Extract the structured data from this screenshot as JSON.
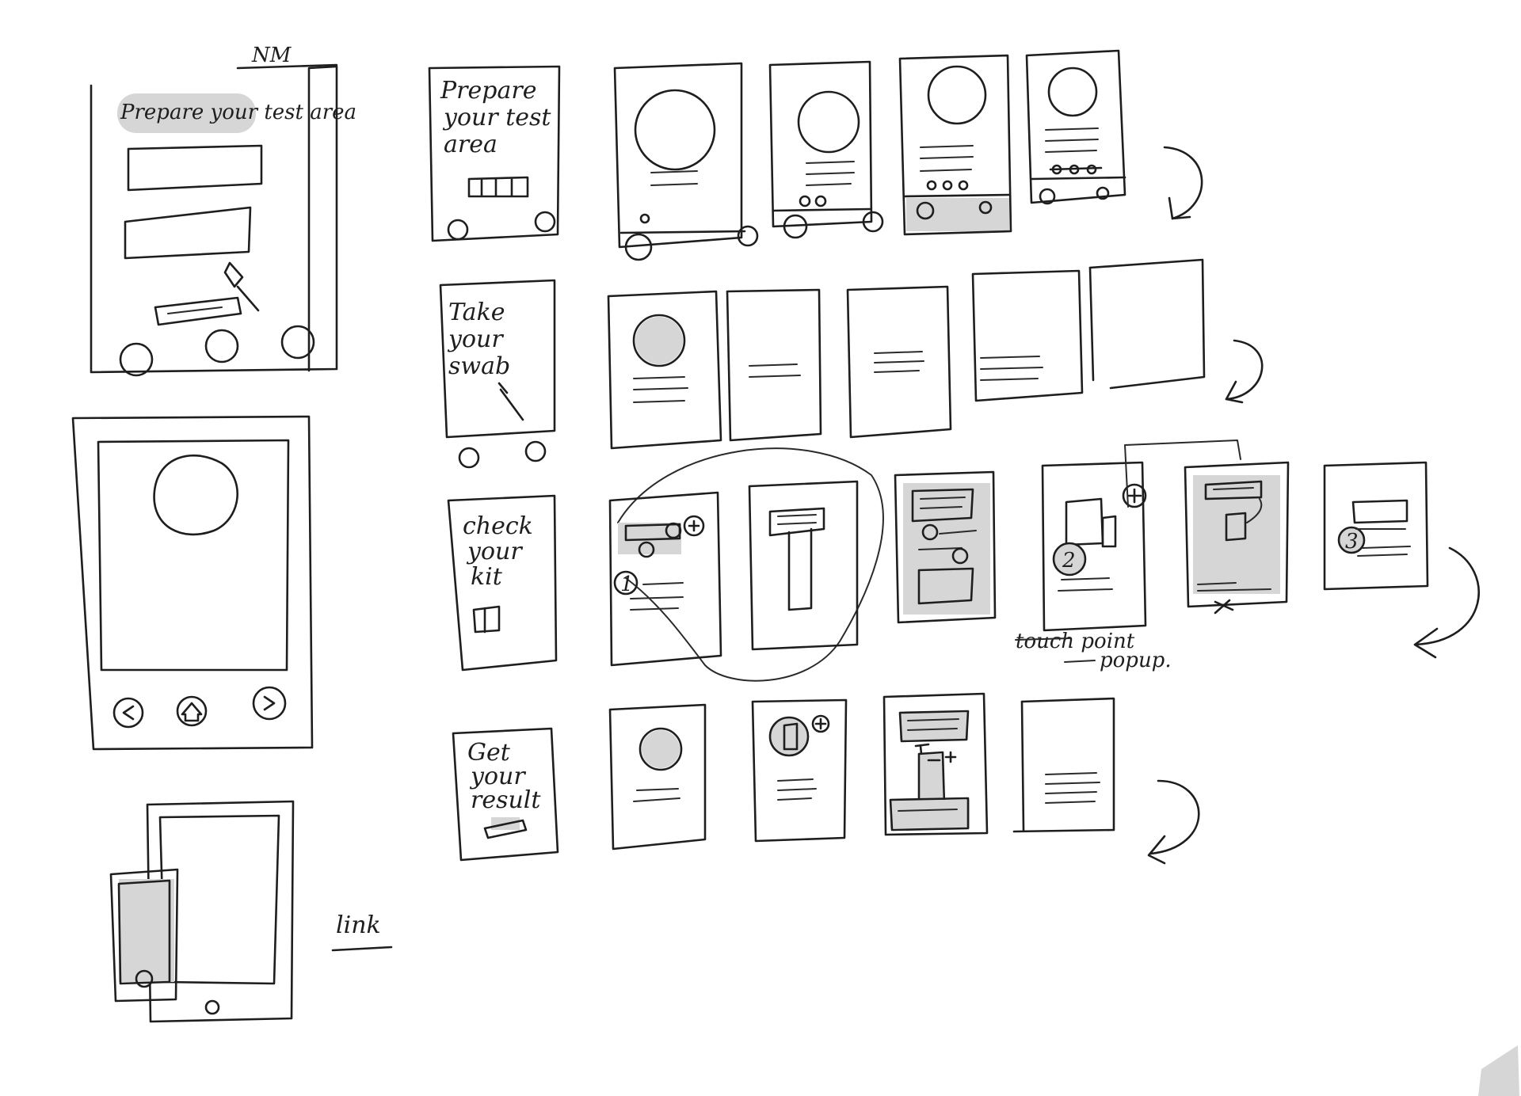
{
  "sketch": {
    "top_scribble": "NM",
    "header_label": "Prepare your test area",
    "rows": [
      {
        "title_lines": [
          "Prepare",
          "your test",
          "area"
        ]
      },
      {
        "title_lines": [
          "Take",
          "your",
          "swab"
        ]
      },
      {
        "title_lines": [
          "check",
          "your",
          "kit"
        ]
      },
      {
        "title_lines": [
          "Get",
          "your",
          "result"
        ]
      }
    ],
    "note_touch_point": "touch point",
    "note_popup": "popup.",
    "link_label": "link",
    "badges": [
      "1",
      "2",
      "3"
    ]
  }
}
